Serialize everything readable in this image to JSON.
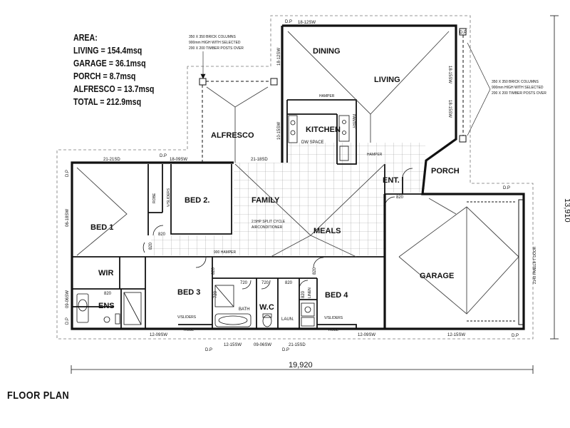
{
  "area": {
    "heading": "AREA:",
    "lines": [
      "LIVING = 154.4msq",
      "GARAGE = 36.1msq",
      "PORCH = 8.7msq",
      "ALFRESCO = 13.7msq",
      "TOTAL = 212.9msq"
    ]
  },
  "title": "FLOOR PLAN",
  "rooms": {
    "dining": "DINING",
    "living": "LIVING",
    "alfresco": "ALFRESCO",
    "kitchen": "KITCHEN",
    "dw_space": "DW SPACE",
    "ent": "ENT.",
    "porch": "PORCH",
    "bed1": "BED 1",
    "bed2": "BED 2.",
    "family": "FAMILY",
    "meals": "MEALS",
    "wir": "WIR",
    "ens": "ENS",
    "bed3": "BED 3",
    "bath": "BATH",
    "wc": "W.C",
    "laun": "LAUN.",
    "bed4": "BED 4",
    "garage": "GARAGE",
    "robe": "ROBE",
    "robe_b3": "ROBE",
    "robe_b4": "ROBE",
    "linen": "LINEN",
    "hamper_top": "HAMPER",
    "hamper_right": "HAMPER",
    "hamper_900": "900 HAMPER",
    "pantry": "PANTRY",
    "v_sliders_b2": "V/SLIDERS",
    "v_sliders_b3": "V/SLIDERS",
    "v_sliders_b4": "V/SLIDERS"
  },
  "notes": {
    "columns_left": [
      "350 X 350 BRICK COLUMNS",
      "900mm HIGH WITH SELECTED",
      "200 X 200 TIMBER POSTS OVER"
    ],
    "columns_right": [
      "350 X 350 BRICK COLUMNS",
      "900mm HIGH WITH SELECTED",
      "200 X 200 TIMBER POSTS OVER"
    ],
    "aircon": [
      "2.5HP SPLIT CYCLE",
      "AIRCONDITIONER"
    ],
    "garage_door": "2148 PANELIFT DOOR"
  },
  "windows": {
    "w_18_12sw_top": "18-12SW",
    "w_18_12sw_left": "18-12SW",
    "w_18_15sw_right": "18-15SW",
    "w_18_15sw_right2": "18-15SW",
    "w_10_15sw": "10-15SW",
    "w_21_21sd": "21-21SD",
    "w_18_09sw": "18-09SW",
    "w_21_18sd": "21-18SD",
    "w_06_18sw": "06-18SW",
    "w_09_06sw": "09-06SW",
    "w_12_09sw_left": "12-09SW",
    "w_12_15sw_mid": "12-15SW",
    "w_09_06sw_bot": "09-06SW",
    "w_21_15sd": "21-15SD",
    "w_12_09sw_right": "12-09SW",
    "w_12_15sw_right": "12-15SW"
  },
  "door_sizes": {
    "d820_bed2": "820",
    "d820_bed1": "820",
    "d820_ent": "820",
    "d820_ens": "820",
    "d820_bed3": "820",
    "d720_bath": "720",
    "d720_wc": "720",
    "d820_laun": "820",
    "d820_bed4": "820",
    "d720_bot": "720",
    "d820_gar": "820"
  },
  "dp": [
    "D.P",
    "D.P",
    "D.P",
    "D.P",
    "D.P",
    "D.P",
    "D.P",
    "D.P",
    "D.P"
  ],
  "dimensions": {
    "width": "19,920",
    "depth": "13,910"
  }
}
